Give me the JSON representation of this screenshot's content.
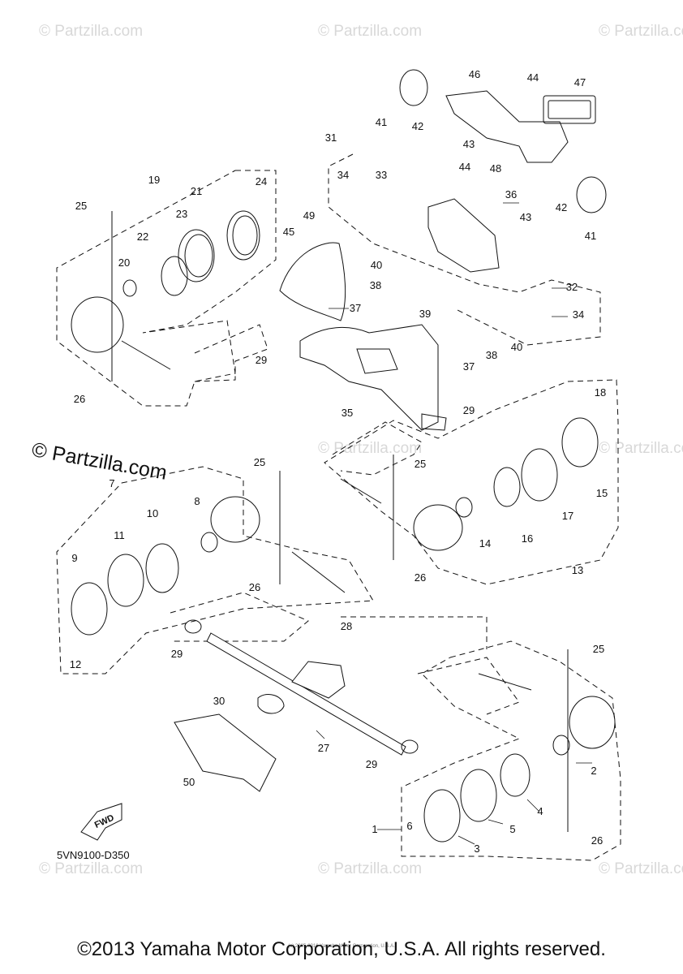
{
  "watermark_text": "© Partzilla.com",
  "watermark_main": "© Partzilla.com",
  "diagram_code": "5VN9100-D350",
  "fwd_label": "FWD",
  "small_copyright": "(c) 2005-2016 Yamaha Motor Corporation, U.S.A.",
  "footer_copyright": "©2013 Yamaha Motor Corporation, U.S.A. All rights reserved.",
  "callouts": [
    "1",
    "2",
    "3",
    "4",
    "5",
    "6",
    "7",
    "8",
    "9",
    "10",
    "11",
    "12",
    "13",
    "14",
    "15",
    "16",
    "17",
    "18",
    "19",
    "20",
    "21",
    "22",
    "23",
    "24",
    "25",
    "25",
    "25",
    "25",
    "26",
    "26",
    "26",
    "26",
    "27",
    "28",
    "29",
    "29",
    "29",
    "29",
    "30",
    "31",
    "32",
    "33",
    "34",
    "34",
    "35",
    "36",
    "37",
    "37",
    "38",
    "38",
    "39",
    "40",
    "40",
    "41",
    "41",
    "42",
    "42",
    "43",
    "43",
    "44",
    "44",
    "45",
    "46",
    "47",
    "48",
    "49",
    "50"
  ],
  "colors": {
    "line": "#111111",
    "watermark": "#d8d8d8",
    "background": "#ffffff"
  }
}
